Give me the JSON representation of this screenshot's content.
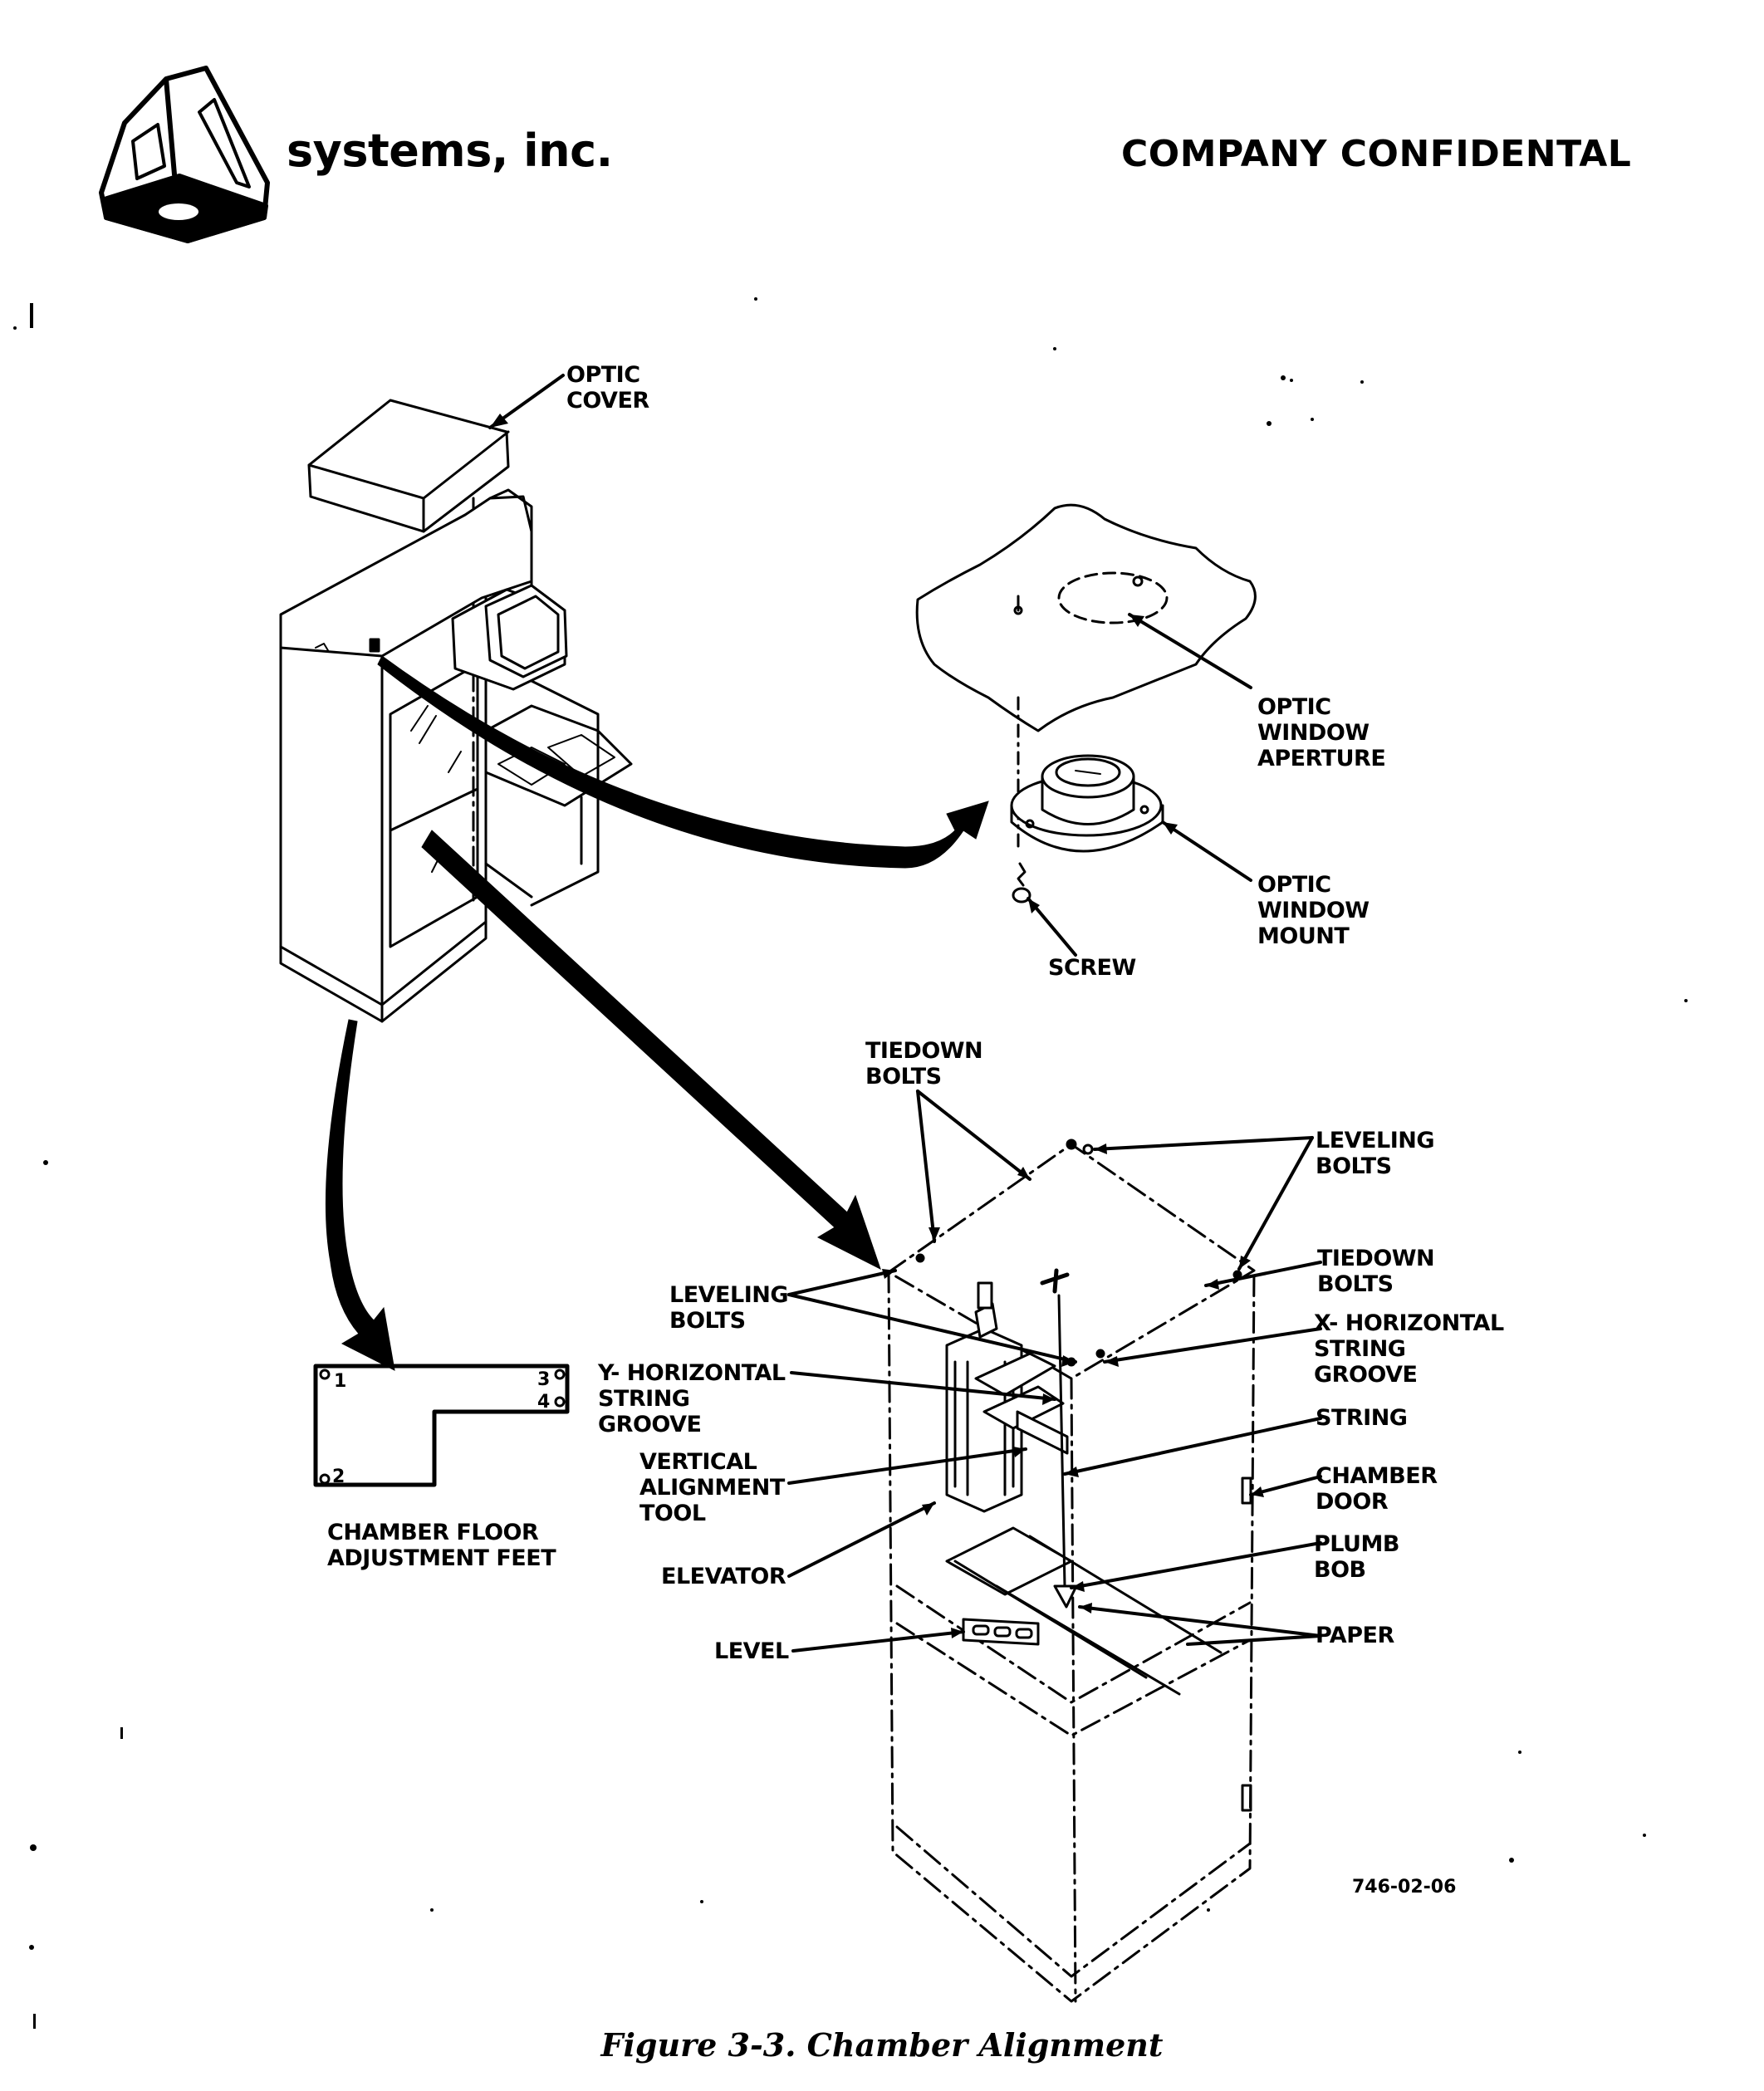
{
  "header": {
    "company": "systems, inc.",
    "logo_icon": "3d-systems-cube-logo",
    "confidential": "COMPANY CONFIDENTAL"
  },
  "figure": {
    "caption": "Figure 3-3. Chamber Alignment",
    "drawing_number": "746-02-06"
  },
  "labels": {
    "optic_cover": "OPTIC\nCOVER",
    "optic_window_aperture": "OPTIC\nWINDOW\nAPERTURE",
    "optic_window_mount": "OPTIC\nWINDOW\nMOUNT",
    "screw": "SCREW",
    "tiedown_bolts_top": "TIEDOWN\nBOLTS",
    "leveling_bolts_right": "LEVELING\nBOLTS",
    "tiedown_bolts_right": "TIEDOWN\nBOLTS",
    "leveling_bolts_left": "LEVELING\nBOLTS",
    "x_horizontal_string_groove": "X- HORIZONTAL\nSTRING\nGROOVE",
    "y_horizontal_string_groove": "Y- HORIZONTAL\nSTRING\nGROOVE",
    "string": "STRING",
    "vertical_alignment_tool": "VERTICAL\nALIGNMENT\nTOOL",
    "chamber_door": "CHAMBER\nDOOR",
    "elevator": "ELEVATOR",
    "plumb_bob": "PLUMB\nBOB",
    "level": "LEVEL",
    "paper": "PAPER",
    "chamber_floor_adjustment_feet": "CHAMBER FLOOR\nADJUSTMENT FEET"
  },
  "floor_feet": {
    "foot_1": "1",
    "foot_2": "2",
    "foot_3": "3",
    "foot_4": "4"
  }
}
